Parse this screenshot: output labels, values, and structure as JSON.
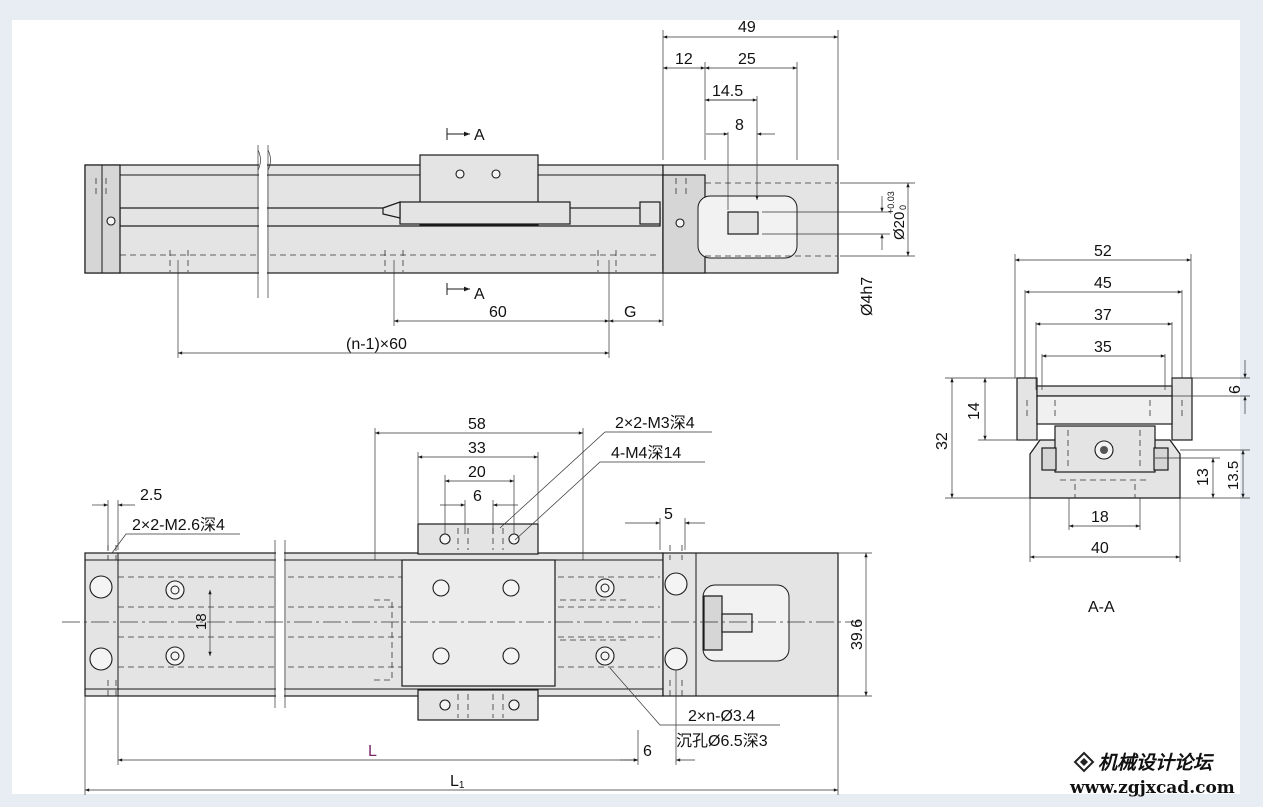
{
  "top_view": {
    "section_marks": [
      "A",
      "A"
    ],
    "dims": {
      "d49": "49",
      "d12": "12",
      "d25": "25",
      "d14_5": "14.5",
      "d8": "8",
      "d60": "60",
      "dG": "G",
      "dn60": "(n-1)×60",
      "phi20": "Ø20",
      "phi20_tol": "+0.03",
      "phi20_tol0": "0",
      "phi4": "Ø4h7"
    }
  },
  "section_view": {
    "dims": {
      "d52": "52",
      "d45": "45",
      "d37": "37",
      "d35": "35",
      "d32": "32",
      "d14": "14",
      "d6": "6",
      "d13": "13",
      "d13_5": "13.5",
      "d18": "18",
      "d40": "40"
    },
    "caption": "A-A"
  },
  "front_view": {
    "dims": {
      "d58": "58",
      "d33": "33",
      "d20": "20",
      "d6": "6",
      "d2_5": "2.5",
      "d5": "5",
      "d18": "18",
      "d39_6": "39.6",
      "dL": "L",
      "d6b": "6",
      "dL1": "L",
      "dL1_sub": "1"
    },
    "callouts": {
      "m3": "2×2-M3深4",
      "m4": "4-M4深14",
      "m26": "2×2-M2.6深4",
      "holes": "2×n-Ø3.4",
      "counterbore": "沉孔Ø6.5深3"
    }
  },
  "watermark": {
    "brand": "机械设计论坛",
    "url": "www.zgjxcad.com"
  },
  "colors": {
    "background": "#e8edf3",
    "part_fill": "#e4e4e4",
    "line": "#1a1a1a",
    "accent_L": "#7a2a6a"
  }
}
